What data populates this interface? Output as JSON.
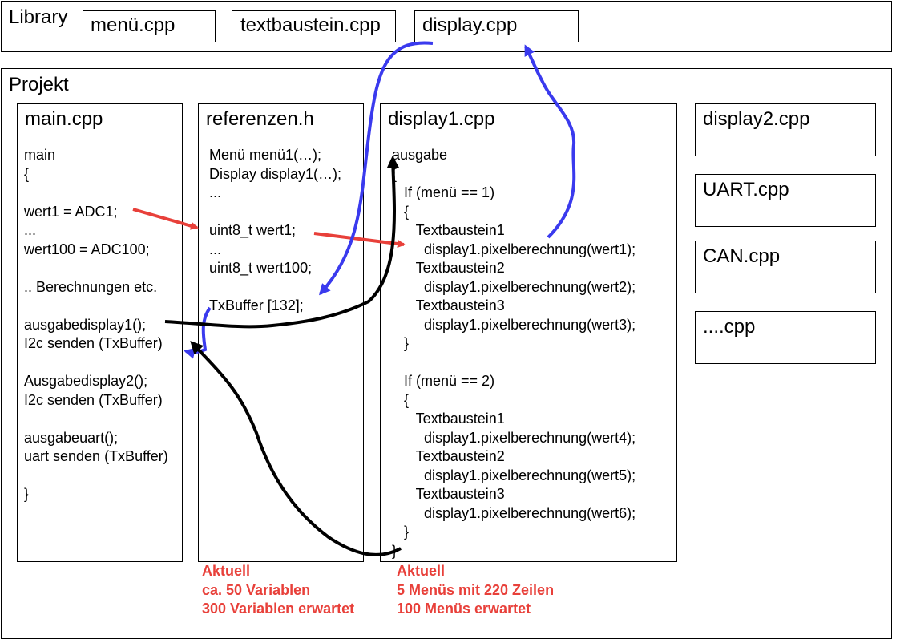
{
  "library": {
    "title": "Library",
    "files": [
      "menü.cpp",
      "textbaustein.cpp",
      "display.cpp"
    ]
  },
  "projekt": {
    "title": "Projekt",
    "main": {
      "title": "main.cpp",
      "lines": [
        "main",
        "{",
        "",
        "wert1 = ADC1;",
        "...",
        "wert100 = ADC100;",
        "",
        ".. Berechnungen etc.",
        "",
        "ausgabedisplay1();",
        "I2c senden (TxBuffer)",
        "",
        "Ausgabedisplay2();",
        "I2c senden (TxBuffer)",
        "",
        "ausgabeuart();",
        "uart senden (TxBuffer)",
        "",
        "}"
      ]
    },
    "referenzen": {
      "title": "referenzen.h",
      "lines": [
        "Menü menü1(…);",
        "Display display1(…);",
        "...",
        "",
        "uint8_t wert1;",
        "...",
        "uint8_t wert100;",
        "",
        "TxBuffer [132];"
      ],
      "note": [
        "Aktuell",
        "ca. 50 Variablen",
        "300 Variablen erwartet"
      ]
    },
    "display1": {
      "title": "display1.cpp",
      "lines": [
        "ausgabe",
        "{",
        "   If (menü == 1)",
        "   {",
        "      Textbaustein1",
        "        display1.pixelberechnung(wert1);",
        "      Textbaustein2",
        "        display1.pixelberechnung(wert2);",
        "      Textbaustein3",
        "        display1.pixelberechnung(wert3);",
        "   }",
        "",
        "   If (menü == 2)",
        "   {",
        "      Textbaustein1",
        "        display1.pixelberechnung(wert4);",
        "      Textbaustein2",
        "        display1.pixelberechnung(wert5);",
        "      Textbaustein3",
        "        display1.pixelberechnung(wert6);",
        "   }",
        "}"
      ],
      "note": [
        "Aktuell",
        "5 Menüs mit 220 Zeilen",
        "100 Menüs erwartet"
      ]
    },
    "other_files": [
      "display2.cpp",
      "UART.cpp",
      "CAN.cpp",
      "....cpp"
    ]
  },
  "colors": {
    "red": "#e8403a",
    "blue": "#3a3aee",
    "black": "#000000"
  }
}
